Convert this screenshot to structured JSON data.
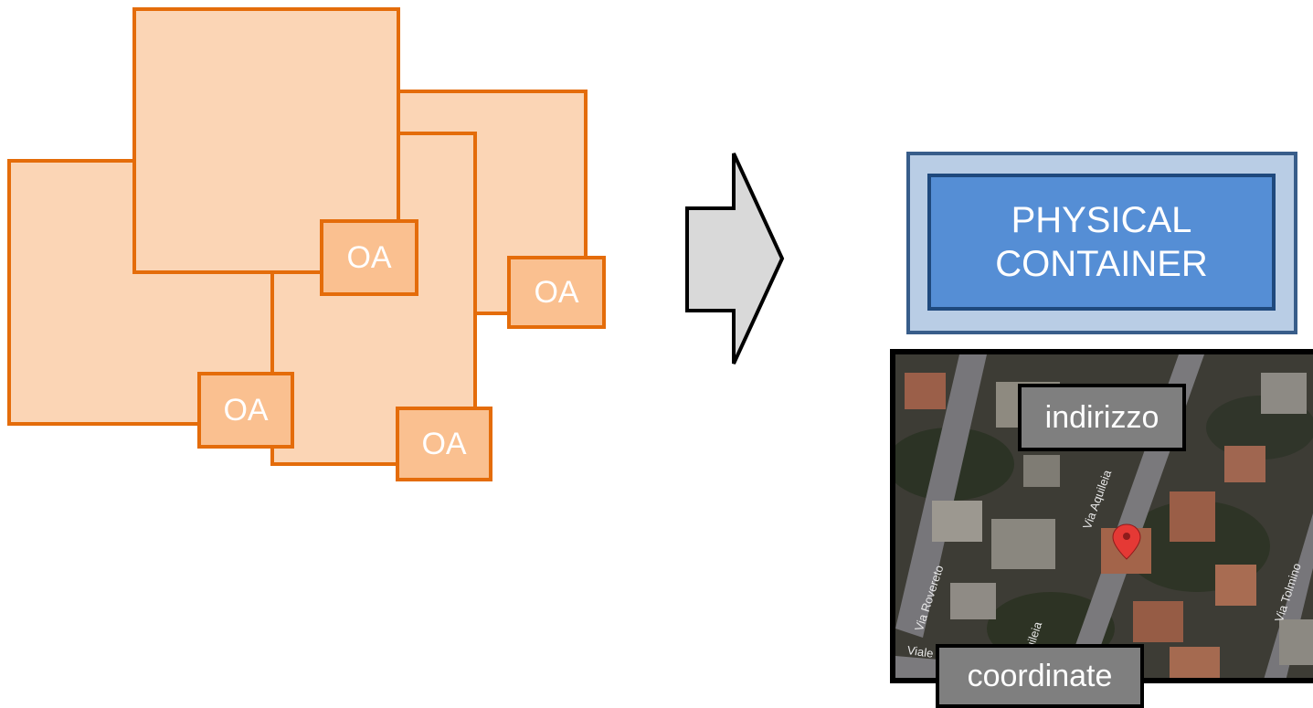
{
  "left_group": {
    "oa_labels": [
      "OA",
      "OA",
      "OA",
      "OA"
    ]
  },
  "physical_container": {
    "line1": "PHYSICAL",
    "line2": "CONTAINER"
  },
  "map": {
    "pin_icon": "map-pin-icon",
    "address_label": "indirizzo",
    "coordinates_label": "coordinate",
    "road_labels": [
      "Via Rovereto",
      "Via Aquileia",
      "Via Aquileia",
      "Via Tolmino",
      "Viale"
    ]
  },
  "colors": {
    "sheet_fill": "#fbd5b5",
    "sheet_border": "#e46c0a",
    "oa_fill": "#fac090",
    "container_outer": "#b9cde5",
    "container_inner": "#558ed5",
    "container_border": "#1f497d",
    "tag_fill": "#7f7f7f",
    "pin": "#e53935"
  }
}
